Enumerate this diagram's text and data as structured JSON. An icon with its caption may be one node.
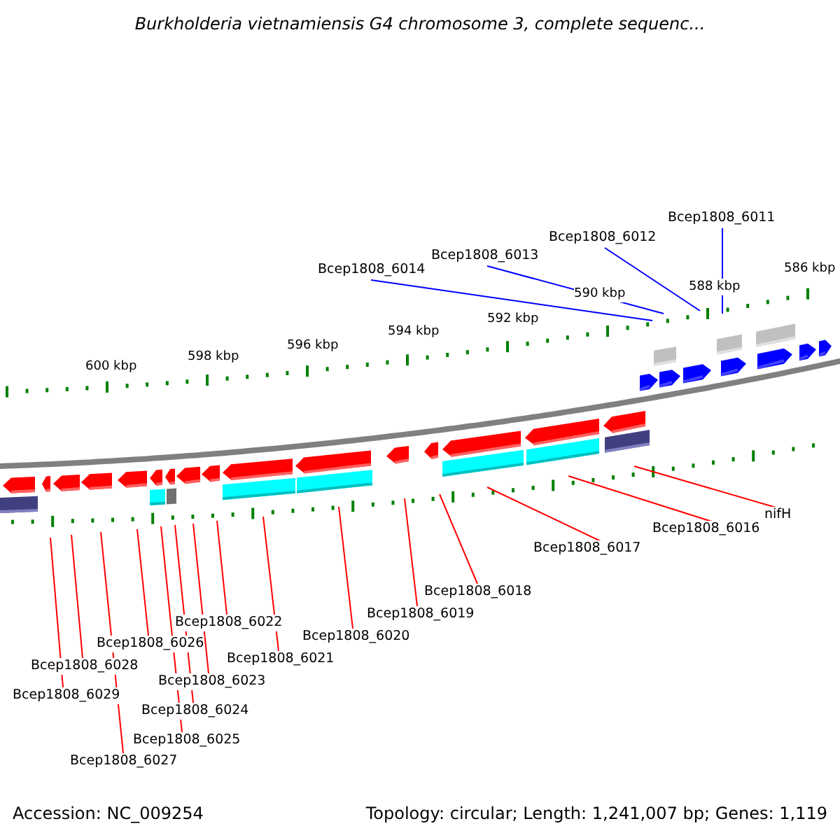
{
  "diagram": {
    "title": "Burkholderia vietnamiensis G4 chromosome 3, complete sequenc...",
    "nodes": [
      {
        "text": [
          "Bcep1808_6011"
        ]
      },
      {
        "text": [
          "Bcep1808_6012"
        ]
      },
      {
        "text": [
          "Bcep1808_6013"
        ]
      },
      {
        "text": [
          "Bcep1808_6014"
        ]
      },
      {
        "text": [
          "nifH"
        ]
      },
      {
        "text": [
          "Bcep1808_6016"
        ]
      },
      {
        "text": [
          "Bcep1808_6017"
        ]
      },
      {
        "text": [
          "Bcep1808_6018"
        ]
      },
      {
        "text": [
          "Bcep1808_6019"
        ]
      },
      {
        "text": [
          "Bcep1808_6020"
        ]
      },
      {
        "text": [
          "Bcep1808_6021"
        ]
      },
      {
        "text": [
          "Bcep1808_6022"
        ]
      },
      {
        "text": [
          "Bcep1808_6023"
        ]
      },
      {
        "text": [
          "Bcep1808_6024"
        ]
      },
      {
        "text": [
          "Bcep1808_6025"
        ]
      },
      {
        "text": [
          "Bcep1808_6026"
        ]
      },
      {
        "text": [
          "Bcep1808_6027"
        ]
      },
      {
        "text": [
          "Bcep1808_6028"
        ]
      },
      {
        "text": [
          "Bcep1808_6029"
        ]
      }
    ],
    "edges": [
      {
        "from": 0,
        "to": null,
        "arrow": "none",
        "color": "#0000ff"
      },
      {
        "from": 1,
        "to": null,
        "arrow": "none",
        "color": "#0000ff"
      },
      {
        "from": 2,
        "to": null,
        "arrow": "none",
        "color": "#0000ff"
      },
      {
        "from": 3,
        "to": null,
        "arrow": "none",
        "color": "#0000ff"
      },
      {
        "from": 4,
        "to": null,
        "arrow": "none"
      },
      {
        "from": 5,
        "to": null,
        "arrow": "none"
      },
      {
        "from": 6,
        "to": null,
        "arrow": "none"
      },
      {
        "from": 7,
        "to": null,
        "arrow": "none"
      },
      {
        "from": 8,
        "to": null,
        "arrow": "none"
      },
      {
        "from": 9,
        "to": null,
        "arrow": "none"
      },
      {
        "from": 10,
        "to": null,
        "arrow": "none"
      },
      {
        "from": 11,
        "to": null,
        "arrow": "none"
      },
      {
        "from": 12,
        "to": null,
        "arrow": "none"
      },
      {
        "from": 13,
        "to": null,
        "arrow": "none"
      },
      {
        "from": 14,
        "to": null,
        "arrow": "none"
      },
      {
        "from": 15,
        "to": null,
        "arrow": "none"
      },
      {
        "from": 16,
        "to": null,
        "arrow": "none"
      },
      {
        "from": 17,
        "to": null,
        "arrow": "none"
      },
      {
        "from": 18,
        "to": null,
        "arrow": "none"
      }
    ],
    "labels": [
      "600 kbp",
      "598 kbp",
      "596 kbp",
      "594 kbp",
      "592 kbp",
      "590 kbp",
      "588 kbp",
      "586 kbp",
      "Accession: NC_009254",
      "Topology: circular; Length: 1,241,007 bp; Genes: 1,119"
    ]
  }
}
